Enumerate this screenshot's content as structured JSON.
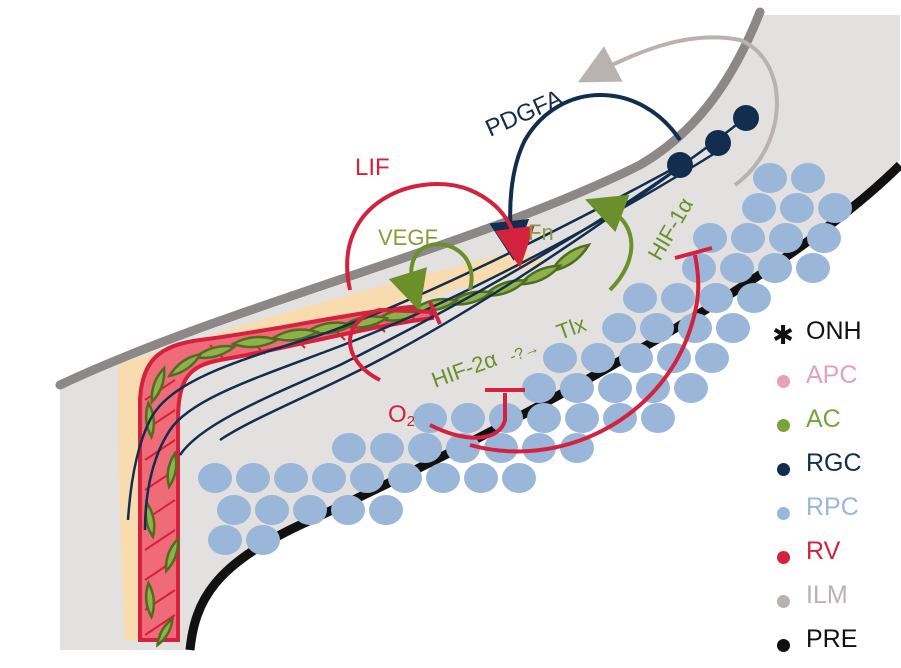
{
  "colors": {
    "astrocyte_green": "#7aa33a",
    "astrocyte_text": "#8b9a3a",
    "vessel_red": "#d4213d",
    "vessel_fill": "#ef6b78",
    "rgc_navy": "#122d4d",
    "rpc_blue": "#9ab6d9",
    "ilm_gray": "#b8b3b1",
    "pre_black": "#111111",
    "apc_pink": "#e5a1b6",
    "retina_gray": "#e3e1df",
    "apc_region": "#f8dcb0"
  },
  "labels": {
    "lif": "LIF",
    "pdgfa": "PDGFA",
    "vegf": "VEGF",
    "fn": "Fn",
    "hif1a": "HIF-1α",
    "tlx": "Tlx",
    "arrow_q": "-?→",
    "hif2a": "HIF-2α",
    "o2": "O",
    "o2_sub": "2"
  },
  "legend": [
    {
      "marker": "star",
      "label": "ONH",
      "color": "#111111"
    },
    {
      "marker": "dot",
      "label": "APC",
      "color": "#e5a1b6"
    },
    {
      "marker": "dot",
      "label": "AC",
      "color": "#7aa33a"
    },
    {
      "marker": "dot",
      "label": "RGC",
      "color": "#122d4d"
    },
    {
      "marker": "dot",
      "label": "RPC",
      "color": "#9ab6d9"
    },
    {
      "marker": "dot",
      "label": "RV",
      "color": "#d4213d"
    },
    {
      "marker": "dot",
      "label": "ILM",
      "color": "#b8b3b1"
    },
    {
      "marker": "dot",
      "label": "PRE",
      "color": "#111111"
    }
  ]
}
